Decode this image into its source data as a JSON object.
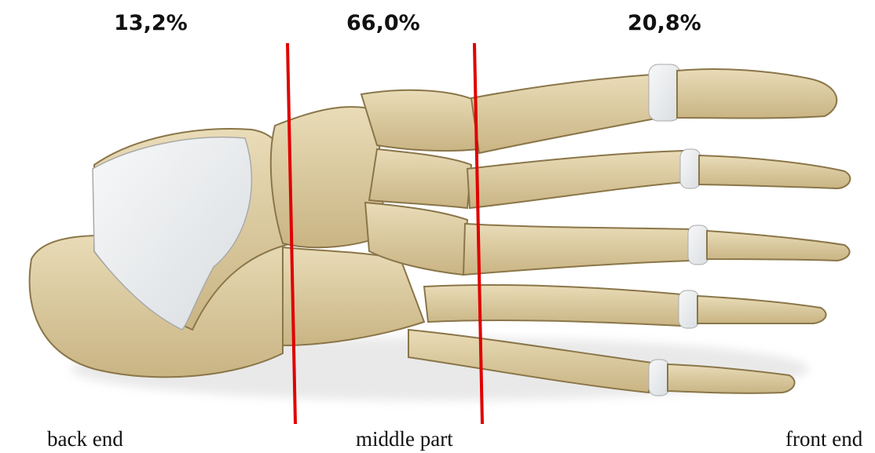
{
  "percentages": {
    "back": "13,2%",
    "middle": "66,0%",
    "front": "20,8%"
  },
  "section_labels": {
    "back": "back end",
    "middle": "middle part",
    "front": "front end"
  },
  "colors": {
    "bone": "#dccba0",
    "bone_shadow": "#b9a474",
    "bone_outline": "#8a7649",
    "cartilage": "#eceff1",
    "divider": "#e00000"
  }
}
